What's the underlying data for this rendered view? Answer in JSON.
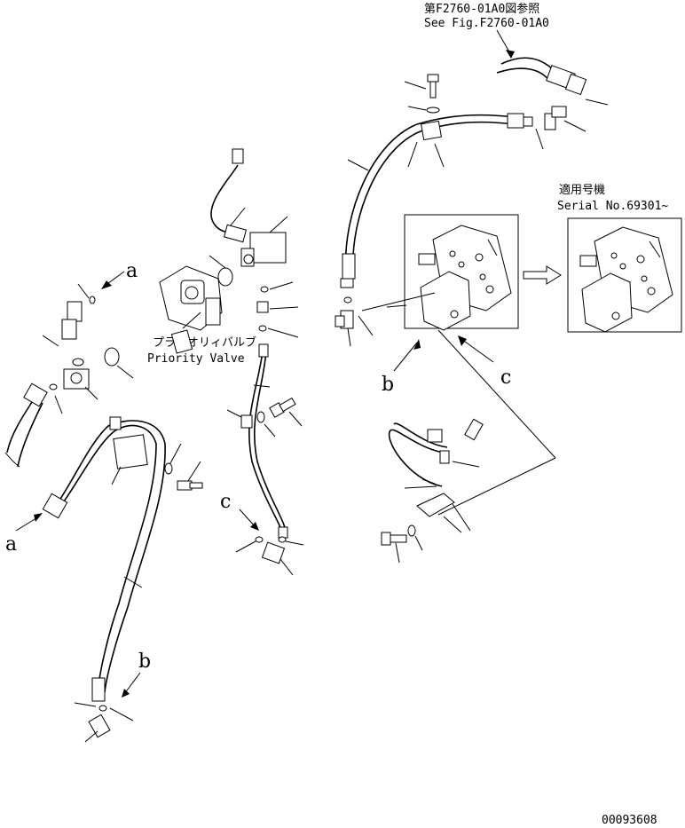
{
  "references": {
    "fig_ref_jp": "第F2760-01A0図参照",
    "fig_ref_en": "See Fig.F2760-01A0",
    "serial_jp": "適用号機",
    "serial_en": "Serial No.69301~"
  },
  "priority_valve": {
    "label_jp": "プライオリィバルブ",
    "label_en": "Priority Valve"
  },
  "connection_letters": {
    "a_top": "a",
    "a_bottom": "a",
    "b_top": "b",
    "b_bottom": "b",
    "c_top": "c",
    "c_bottom": "c"
  },
  "document_number": "00093608"
}
